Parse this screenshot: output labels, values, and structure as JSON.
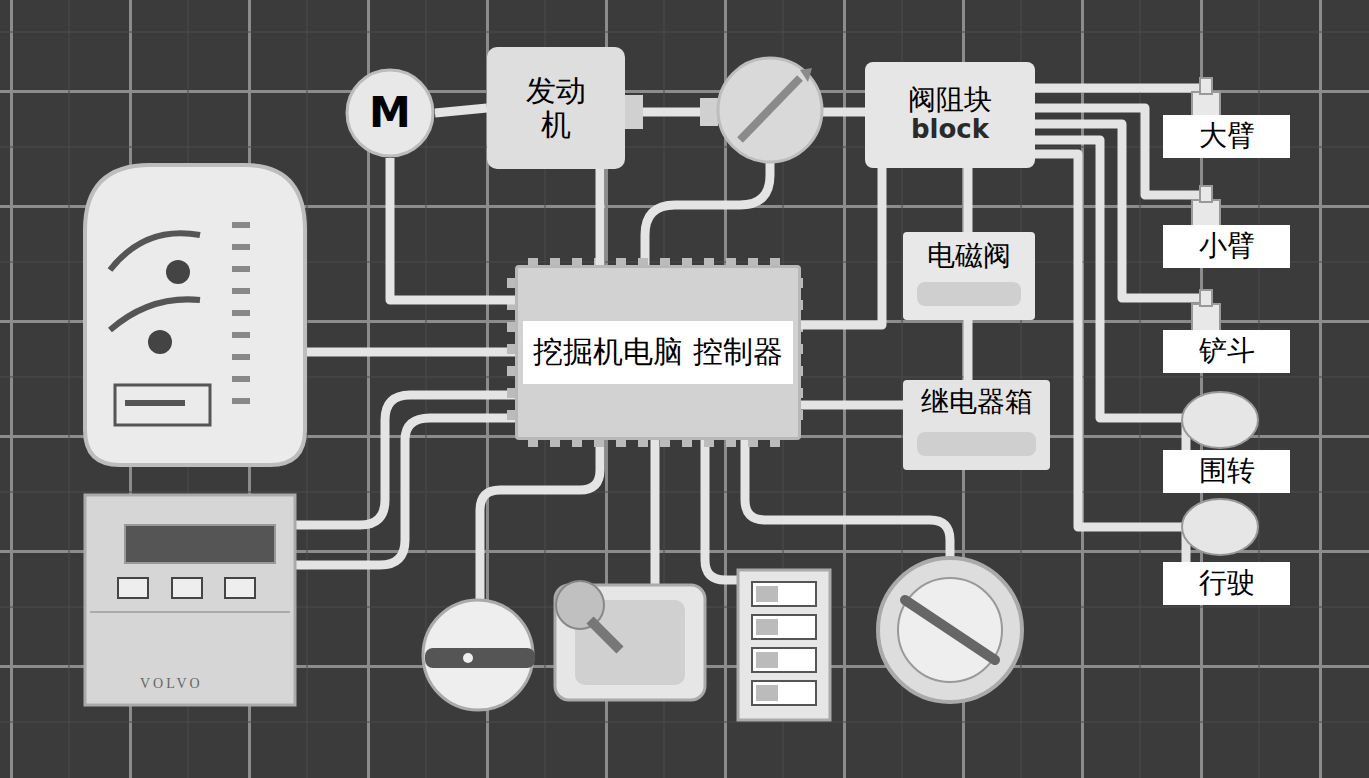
{
  "diagram": {
    "nodes": [
      {
        "text": [
          "M"
        ]
      },
      {
        "text": [
          "发动机"
        ]
      },
      {
        "text": [
          "阀阻块",
          "block"
        ]
      },
      {
        "text": [
          "大臂"
        ]
      },
      {
        "text": [
          "小臂"
        ]
      },
      {
        "text": [
          "电磁阀"
        ]
      },
      {
        "text": [
          "铲斗"
        ]
      },
      {
        "text": [
          "挖掘机电脑 控制器"
        ]
      },
      {
        "text": [
          "继电器箱"
        ]
      },
      {
        "text": [
          "围转"
        ]
      },
      {
        "text": [
          "行驶"
        ]
      }
    ],
    "edges": [
      {
        "from": 0,
        "to": 1,
        "arrow": "none"
      },
      {
        "from": 7,
        "to": 0,
        "arrow": "none"
      },
      {
        "from": 7,
        "to": 1,
        "arrow": "none"
      },
      {
        "from": 7,
        "to": 2,
        "arrow": "none"
      },
      {
        "from": 2,
        "to": 5,
        "arrow": "none"
      },
      {
        "from": 5,
        "to": 8,
        "arrow": "none"
      },
      {
        "from": 7,
        "to": 8,
        "arrow": "none"
      },
      {
        "from": 2,
        "to": 3,
        "arrow": "none"
      },
      {
        "from": 2,
        "to": 4,
        "arrow": "none"
      },
      {
        "from": 2,
        "to": 6,
        "arrow": "none"
      },
      {
        "from": 2,
        "to": 9,
        "arrow": "none"
      },
      {
        "from": 2,
        "to": 10,
        "arrow": "none"
      }
    ],
    "labels": [
      "VOLVO"
    ]
  }
}
